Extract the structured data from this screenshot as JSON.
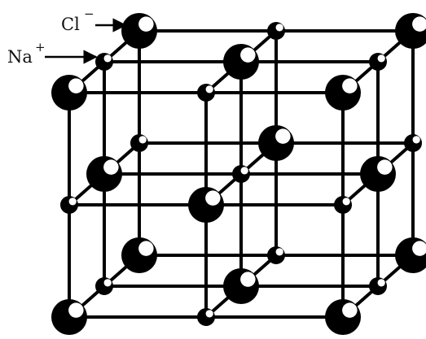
{
  "legend": {
    "chloride": {
      "symbol": "Cl",
      "charge": "−"
    },
    "sodium": {
      "symbol": "Na",
      "charge": "+"
    }
  },
  "colors": {
    "ion": "#000000",
    "bond": "#000000",
    "highlight": "#ffffff",
    "background": "#ffffff"
  },
  "lattice": {
    "grid_size": [
      3,
      3,
      3
    ],
    "corner_ion": "chloride",
    "alternating": true
  }
}
